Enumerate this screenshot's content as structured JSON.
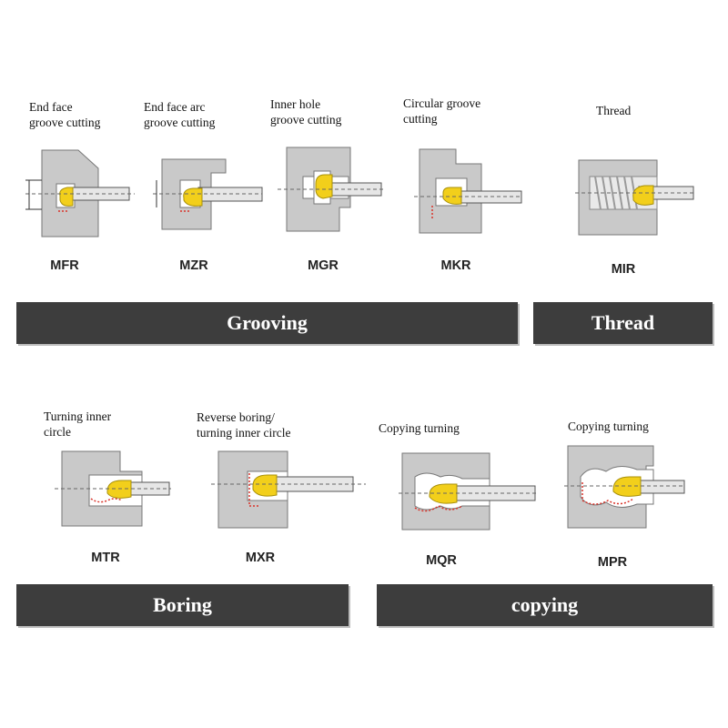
{
  "colors": {
    "part": "#c9c9c9",
    "insert": "#f2cf1b",
    "bar": "#3d3d3d",
    "path": "#d9342b"
  },
  "row1": {
    "items": [
      {
        "caption": "End face\ngroove cutting",
        "code": "MFR"
      },
      {
        "caption": "End face arc\n groove cutting",
        "code": "MZR"
      },
      {
        "caption": "Inner hole\ngroove cutting",
        "code": "MGR"
      },
      {
        "caption": "Circular groove\ncutting",
        "code": "MKR"
      },
      {
        "caption": "Thread",
        "code": "MIR"
      }
    ],
    "bars": {
      "grooving": "Grooving",
      "thread": "Thread"
    }
  },
  "row2": {
    "items": [
      {
        "caption": "Turning inner\ncircle",
        "code": "MTR"
      },
      {
        "caption": "Reverse boring/\nturning inner circle",
        "code": "MXR"
      },
      {
        "caption": "Copying turning",
        "code": "MQR"
      },
      {
        "caption": "Copying turning",
        "code": "MPR"
      }
    ],
    "bars": {
      "boring": "Boring",
      "copying": "copying"
    }
  }
}
